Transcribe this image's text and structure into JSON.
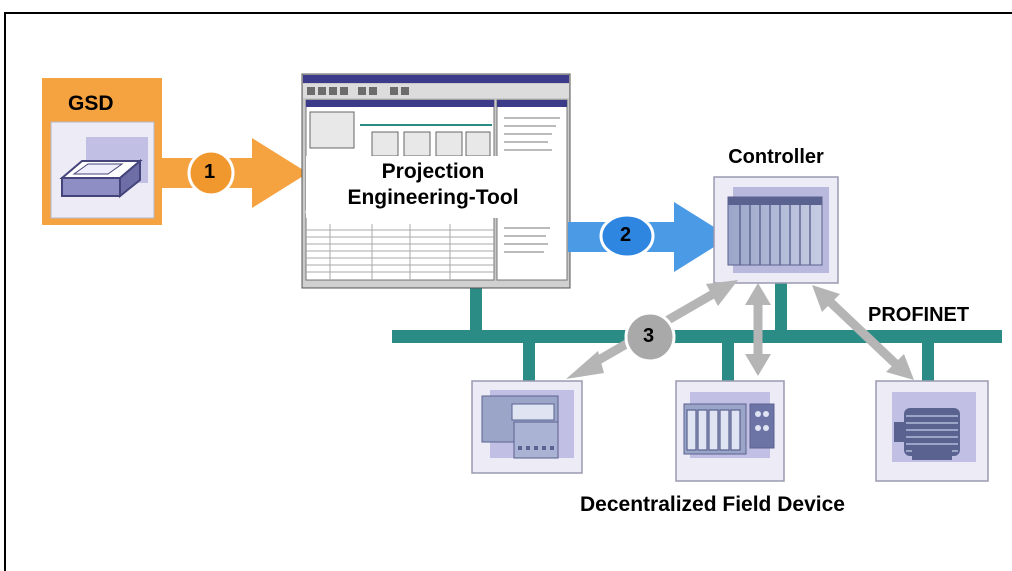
{
  "gsd": {
    "label": "GSD",
    "icon": "floppy-disk-icon"
  },
  "engineering_tool": {
    "label_line1": "Projection",
    "label_line2": "Engineering-Tool"
  },
  "controller": {
    "label": "Controller"
  },
  "network": {
    "label": "PROFINET"
  },
  "field_devices": {
    "label": "Decentralized Field Device"
  },
  "steps": [
    {
      "number": "1"
    },
    {
      "number": "2"
    },
    {
      "number": "3"
    }
  ],
  "colors": {
    "gsd_orange": "#f5a240",
    "step2_blue": "#4a9ae6",
    "bus_teal": "#2b8c86",
    "arrow_gray": "#b5b5b5",
    "device_lavender": "#c2bfe4"
  }
}
